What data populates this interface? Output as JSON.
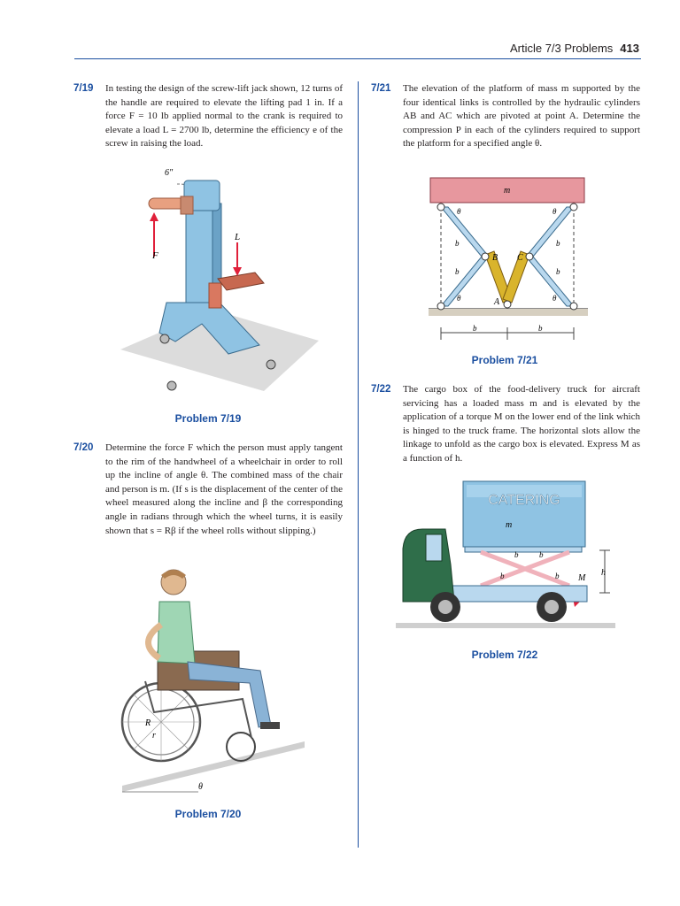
{
  "header": {
    "section": "Article 7/3   Problems",
    "page": "413"
  },
  "problems": [
    {
      "number": "7/19",
      "text": "In testing the design of the screw-lift jack shown, 12 turns of the handle are required to elevate the lifting pad 1 in. If a force F = 10 lb applied normal to the crank is required to elevate a load L = 2700 lb, determine the efficiency e of the screw in raising the load.",
      "caption": "Problem 7/19"
    },
    {
      "number": "7/20",
      "text": "Determine the force F which the person must apply tangent to the rim of the handwheel of a wheelchair in order to roll up the incline of angle θ. The combined mass of the chair and person is m. (If s is the displacement of the center of the wheel measured along the incline and β the corresponding angle in radians through which the wheel turns, it is easily shown that s = Rβ if the wheel rolls without slipping.)",
      "caption": "Problem 7/20"
    },
    {
      "number": "7/21",
      "text": "The elevation of the platform of mass m supported by the four identical links is controlled by the hydraulic cylinders AB and AC which are pivoted at point A. Determine the compression P in each of the cylinders required to support the platform for a specified angle θ.",
      "caption": "Problem 7/21"
    },
    {
      "number": "7/22",
      "text": "The cargo box of the food-delivery truck for aircraft servicing has a loaded mass m and is elevated by the application of a torque M on the lower end of the link which is hinged to the truck frame. The horizontal slots allow the linkage to unfold as the cargo box is elevated. Express M as a function of h.",
      "caption": "Problem 7/22"
    }
  ],
  "figure_labels": {
    "jack": {
      "crank": "6″",
      "force": "F",
      "load": "L"
    },
    "wheelchair": {
      "R": "R",
      "r": "r",
      "theta": "θ"
    },
    "platform": {
      "mass": "m",
      "theta": "θ",
      "b": "b",
      "A": "A",
      "B": "B",
      "C": "C"
    },
    "truck": {
      "sign": "CATERING",
      "mass": "m",
      "b": "b",
      "M": "M",
      "h": "h"
    }
  },
  "colors": {
    "accent_blue": "#1b4fa0",
    "steel_blue": "#8fc3e3",
    "red_force": "#e0203a",
    "platform_pink": "#e7979e",
    "cylinder_gold": "#d9b42c",
    "truck_green": "#2f6e4a",
    "scissor_pink": "#f0b2bb"
  }
}
